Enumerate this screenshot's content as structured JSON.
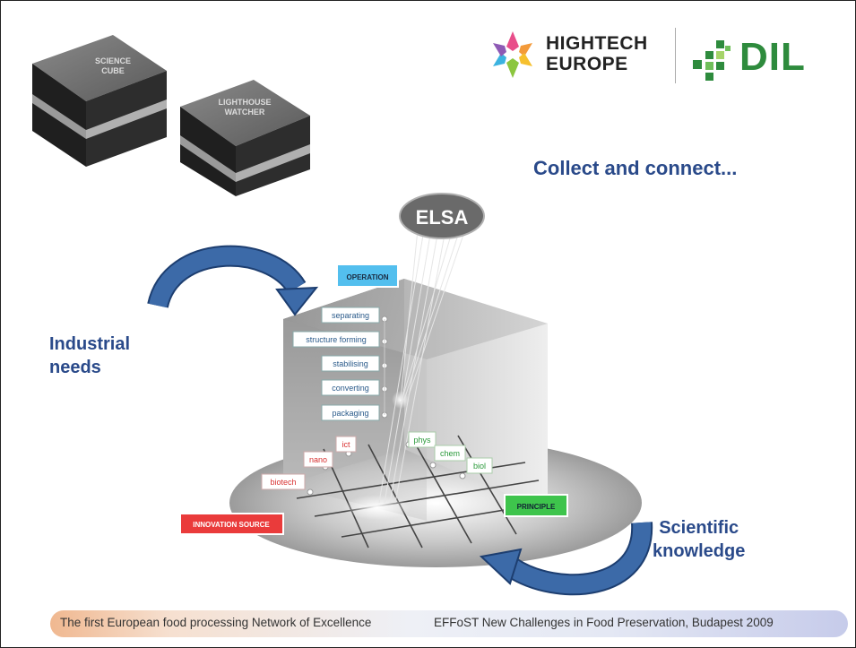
{
  "cubes": {
    "science_cube": [
      "SCIENCE",
      "CUBE"
    ],
    "lighthouse_watcher": [
      "LIGHTHOUSE",
      "WATCHER"
    ]
  },
  "logos": {
    "hightech_line1": "HIGHTECH",
    "hightech_line2": "EUROPE",
    "dil": "DIL"
  },
  "headline": "Collect and connect...",
  "industrial_needs": [
    "Industrial",
    "needs"
  ],
  "scientific_knowledge": [
    "Scientific",
    "knowledge"
  ],
  "diagram": {
    "elsa": "ELSA",
    "operation": "OPERATION",
    "operations": [
      "separating",
      "structure forming",
      "stabilising",
      "converting",
      "packaging"
    ],
    "innovation_source": "INNOVATION SOURCE",
    "innovation_items": [
      "ict",
      "nano",
      "biotech"
    ],
    "principle": "PRINCIPLE",
    "principle_items": [
      "phys",
      "chem",
      "biol"
    ]
  },
  "footer": {
    "left": "The first European food processing Network of Excellence",
    "right": "EFFoST New Challenges in Food Preservation, Budapest 2009"
  },
  "colors": {
    "headline": "#2a4a8a",
    "dil_green": "#2e8b3d",
    "operation_blue": "#4fb8e8",
    "innovation_red": "#e83a3a",
    "principle_green": "#3cc24a",
    "arrow_blue": "#2f5b95"
  }
}
